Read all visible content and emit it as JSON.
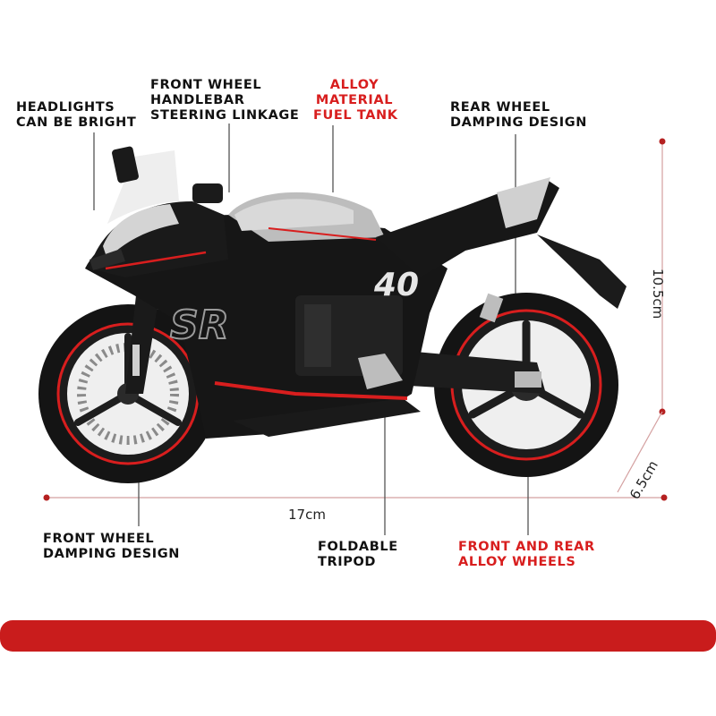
{
  "labels": {
    "headlights": [
      "HEADLIGHTS",
      "CAN BE BRIGHT"
    ],
    "handlebar": [
      "FRONT WHEEL",
      "HANDLEBAR",
      "STEERING LINKAGE"
    ],
    "fuel_tank": [
      "ALLOY",
      "MATERIAL",
      "FUEL TANK"
    ],
    "rear_damping": [
      "REAR WHEEL",
      "DAMPING DESIGN"
    ],
    "front_damping": [
      "FRONT WHEEL",
      "DAMPING DESIGN"
    ],
    "tripod": [
      "FOLDABLE",
      "TRIPOD"
    ],
    "wheels": [
      "FRONT AND REAR",
      "ALLOY WHEELS"
    ]
  },
  "dimensions": {
    "length": "17cm",
    "height": "10.5cm",
    "width": "6.5cm"
  },
  "bike_markings": {
    "model_logo": "SR",
    "number": "40"
  },
  "colors": {
    "accent_red": "#d81e1e",
    "bike_black": "#161616",
    "silver": "#c9c9c9",
    "bar": "#c91c1c"
  }
}
